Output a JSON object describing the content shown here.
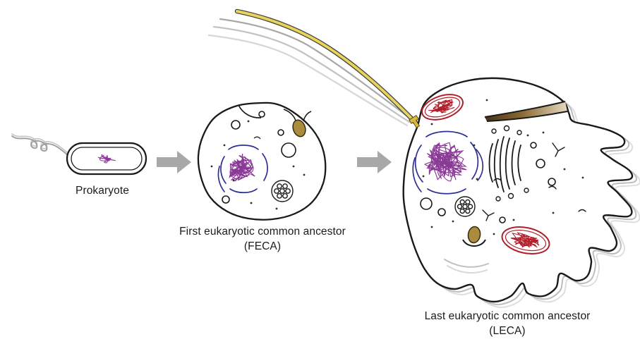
{
  "stages": [
    {
      "id": "prokaryote",
      "label_lines": [
        "Prokaryote"
      ]
    },
    {
      "id": "feca",
      "label_lines": [
        "First eukaryotic common ancestor",
        "(FECA)"
      ]
    },
    {
      "id": "leca",
      "label_lines": [
        "Last eukaryotic common ancestor",
        "(LECA)"
      ]
    }
  ],
  "palette": {
    "background": "#ffffff",
    "cell_outline": "#1a1a1a",
    "arrow_gray": "#a8a8a8",
    "nucleus_purple": "#8a3a96",
    "er_blue": "#2e3192",
    "mitochondria_red": "#b01f2b",
    "flagellum_yellow": "#e8d45a",
    "organelle_tan": "#ab8c3e",
    "shadow_gray": "#bdbdbd",
    "label_text": "#1b1b1b"
  }
}
